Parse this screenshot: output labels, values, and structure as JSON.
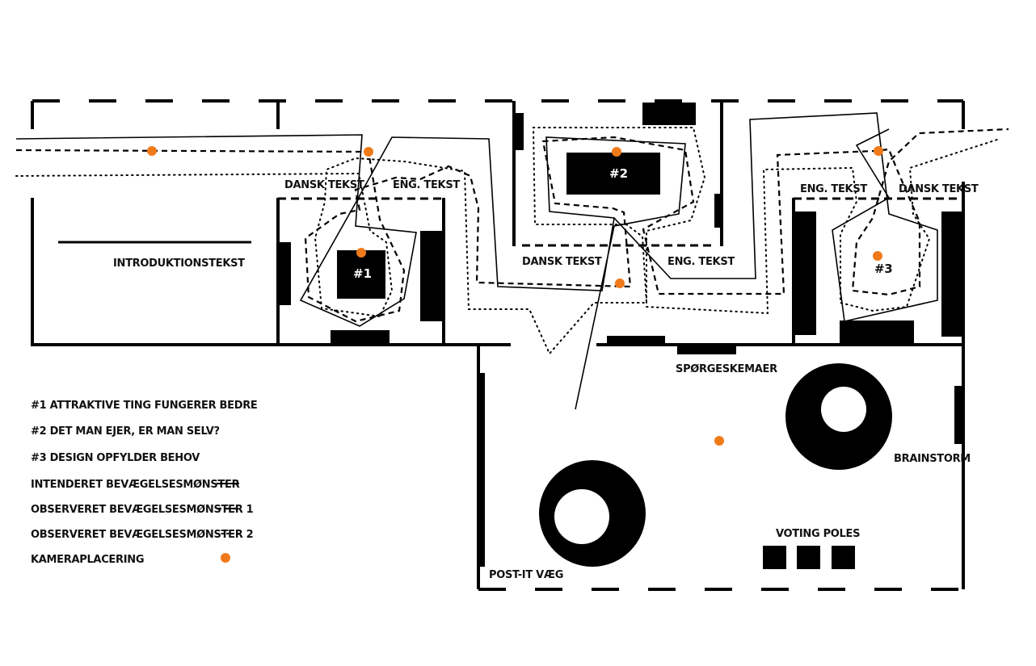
{
  "colors": {
    "camera": "#f07a1a",
    "ink": "#000000"
  },
  "labels": {
    "intro": "INTRODUKTIONSTEKST",
    "dansk_tekst_1": "DANSK TEKST",
    "eng_tekst_1": "ENG. TEKST",
    "item_1": "#1",
    "item_2": "#2",
    "item_3": "#3",
    "dansk_tekst_2": "DANSK TEKST",
    "eng_tekst_2": "ENG. TEKST",
    "eng_tekst_3": "ENG. TEKST",
    "dansk_tekst_3": "DANSK TEKST",
    "questionnaires": "SPØRGESKEMAER",
    "brainstorm": "BRAINSTORM",
    "voting_poles": "VOTING POLES",
    "postit_wall": "POST-IT VÆG"
  },
  "legend": {
    "theme_1": "#1 ATTRAKTIVE TING FUNGERER BEDRE",
    "theme_2": "#2 DET MAN EJER, ER MAN SELV?",
    "theme_3": "#3 DESIGN OPFYLDER BEHOV",
    "intended": "INTENDERET BEVÆGELSESMØNSTER",
    "observed_1": "OBSERVERET BEVÆGELSESMØNSTER 1",
    "observed_2": "OBSERVERET BEVÆGELSESMØNSTER 2",
    "camera": "KAMERAPLACERING"
  }
}
